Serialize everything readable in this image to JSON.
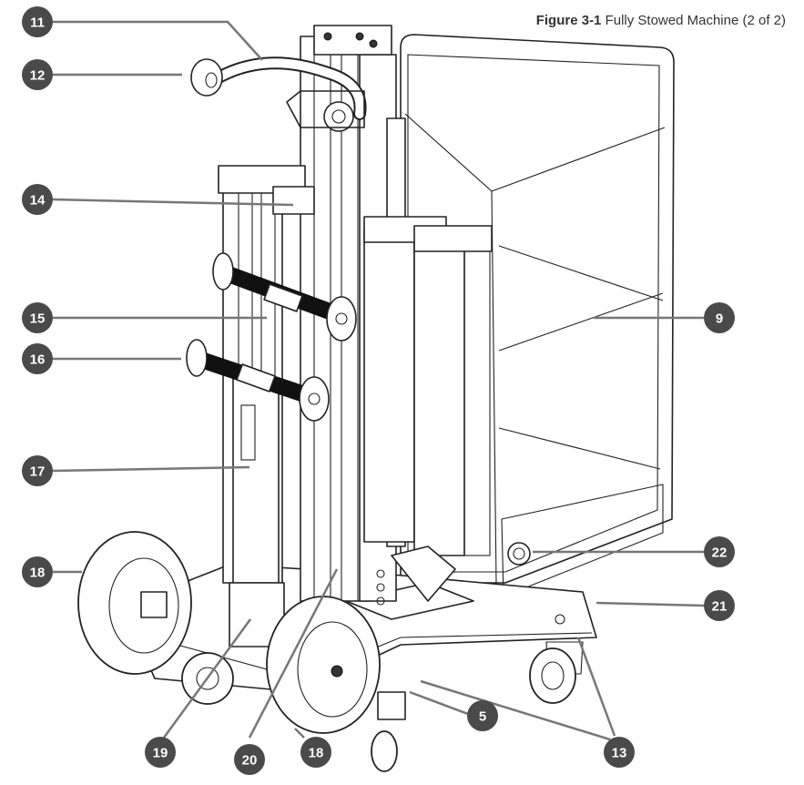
{
  "figure": {
    "label": "Figure 3-1",
    "title": "Fully Stowed Machine (2 of 2)"
  },
  "callouts": [
    {
      "id": "c11",
      "number": "11"
    },
    {
      "id": "c12",
      "number": "12"
    },
    {
      "id": "c14",
      "number": "14"
    },
    {
      "id": "c15",
      "number": "15"
    },
    {
      "id": "c16",
      "number": "16"
    },
    {
      "id": "c17",
      "number": "17"
    },
    {
      "id": "c18a",
      "number": "18"
    },
    {
      "id": "c18b",
      "number": "18"
    },
    {
      "id": "c19",
      "number": "19"
    },
    {
      "id": "c20",
      "number": "20"
    },
    {
      "id": "c9",
      "number": "9"
    },
    {
      "id": "c22",
      "number": "22"
    },
    {
      "id": "c21",
      "number": "21"
    },
    {
      "id": "c5",
      "number": "5"
    },
    {
      "id": "c13",
      "number": "13"
    }
  ]
}
